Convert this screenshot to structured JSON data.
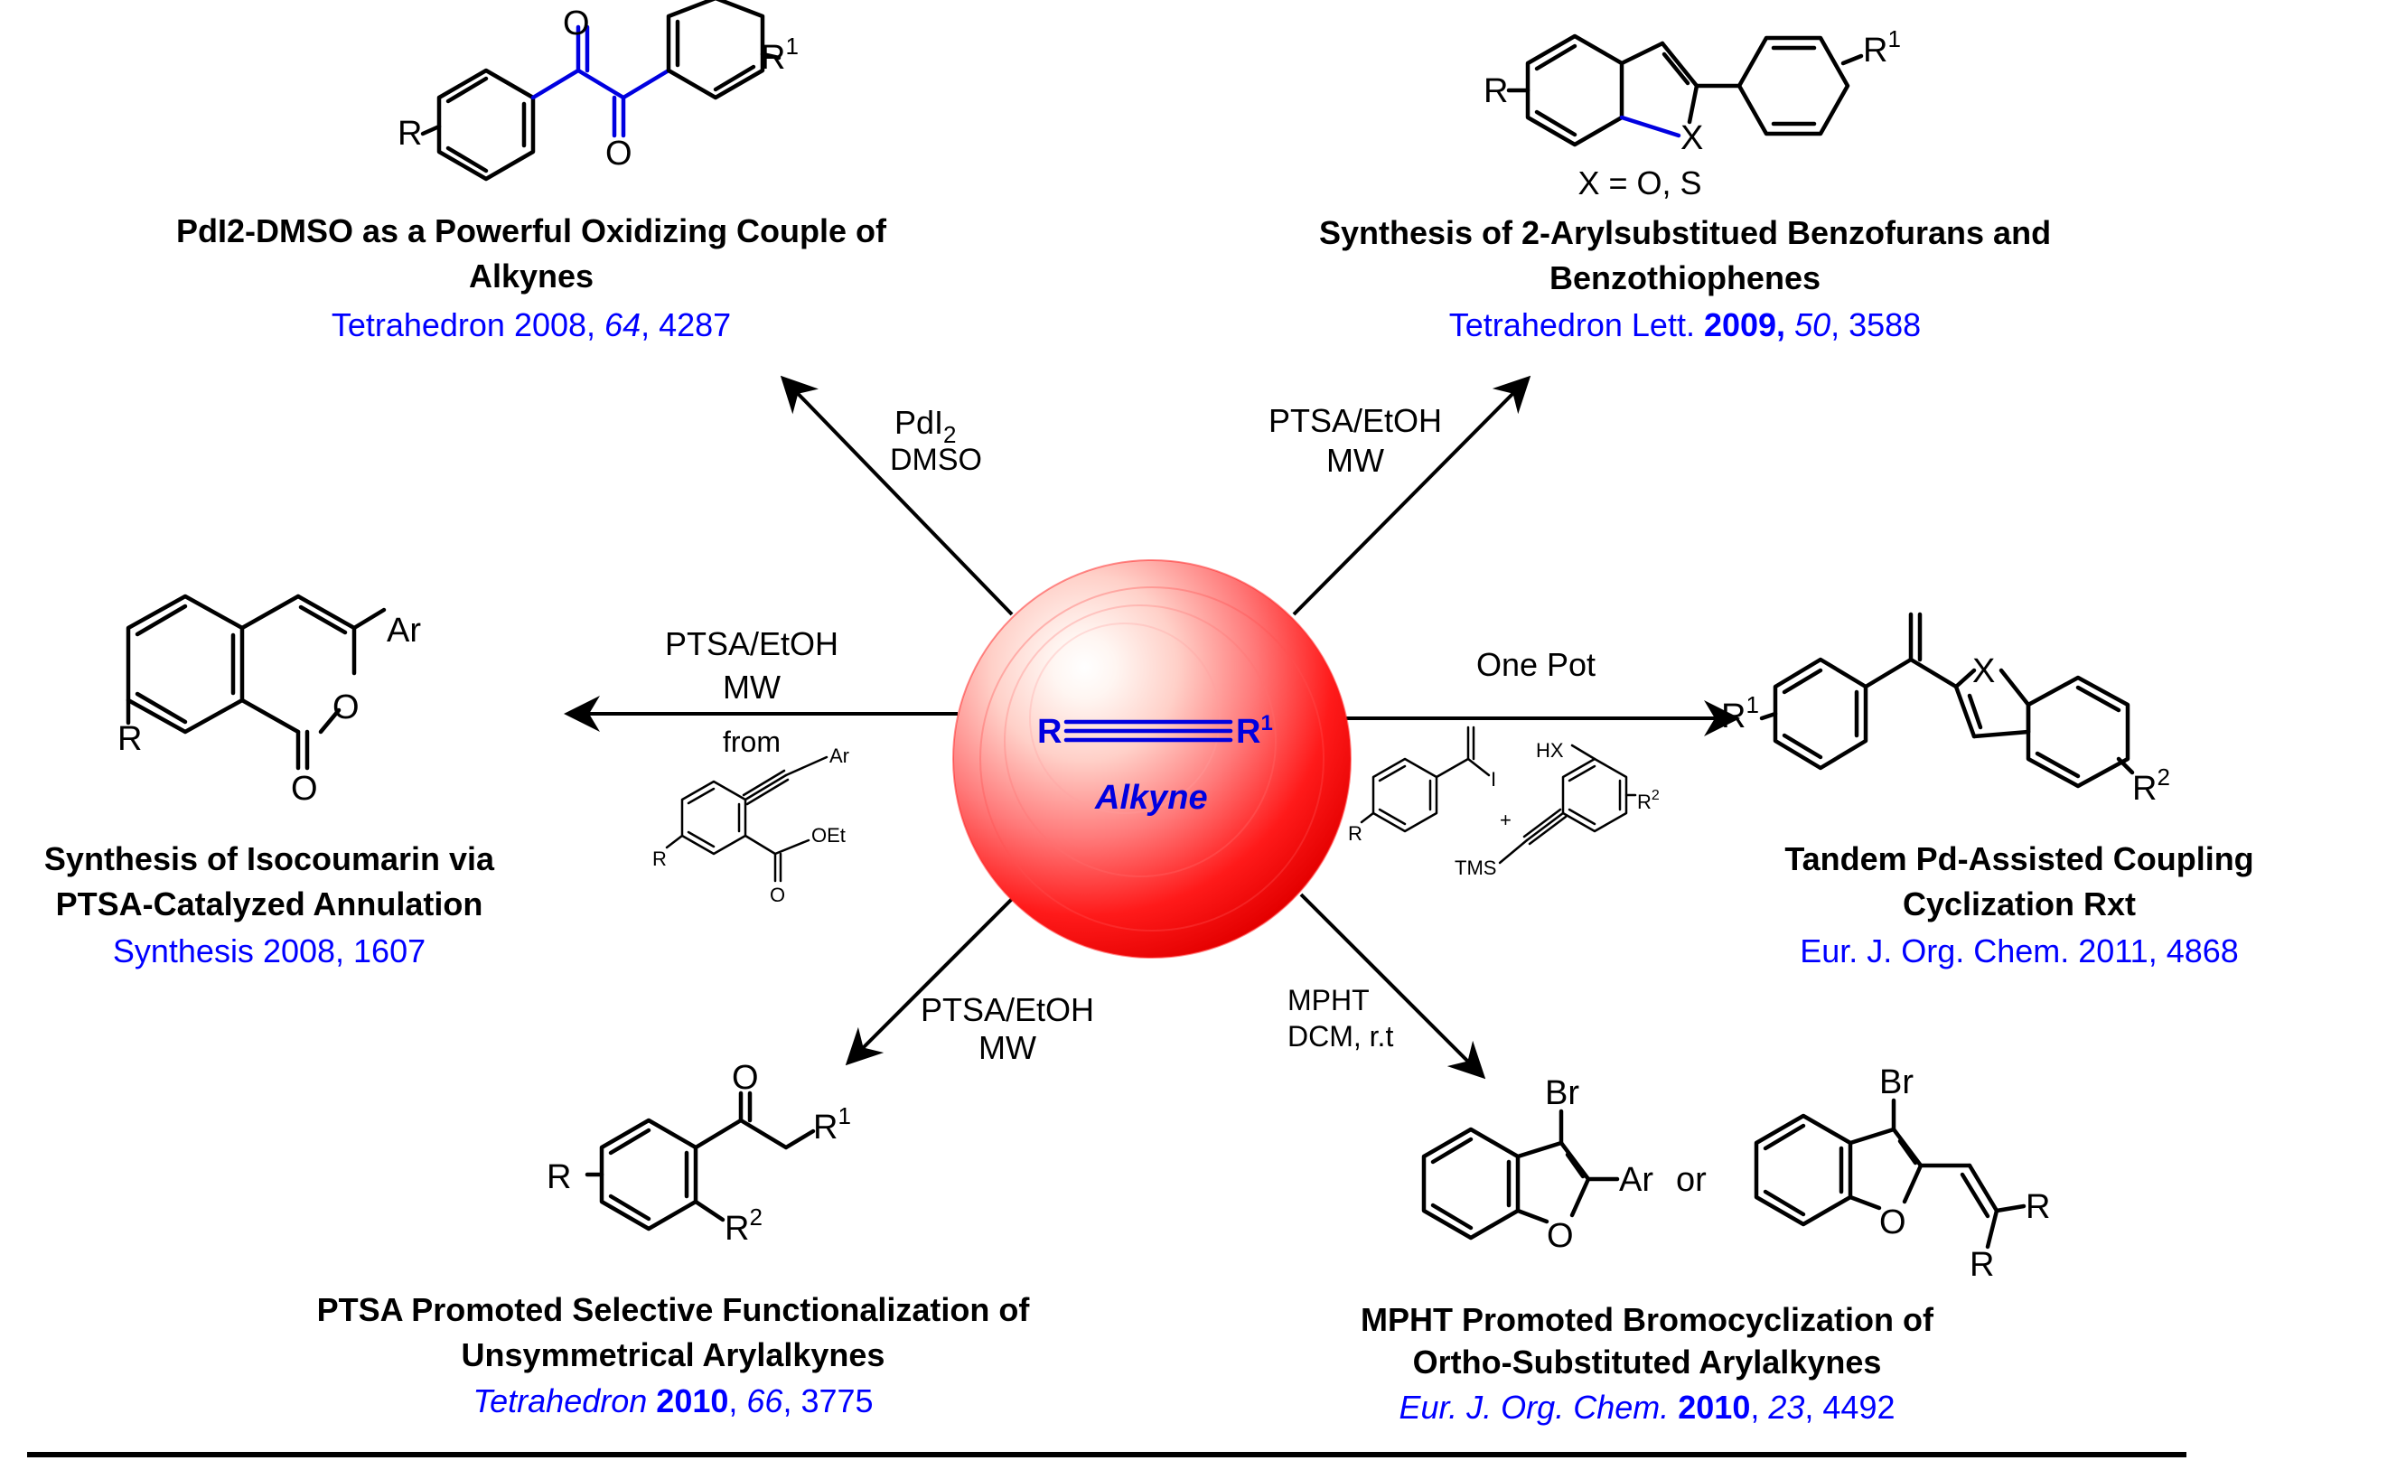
{
  "center": {
    "left_group": "R",
    "right_group": "R",
    "right_superscript": "1",
    "caption": "Alkyne"
  },
  "top_left": {
    "title_line1": "PdI2-DMSO as a Powerful Oxidizing Couple of",
    "title_line2": "Alkynes",
    "ref_journal": "Tetrahedron 2008, ",
    "ref_volume": "64",
    "ref_pages": ", 4287",
    "cond_line1": "PdI",
    "cond_line1_sub": "2",
    "cond_line2": "DMSO",
    "struct_R": "R",
    "struct_R1": "R",
    "struct_R1_sup": "1",
    "struct_O_top": "O",
    "struct_O_bottom": "O"
  },
  "top_right": {
    "title_line1": "Synthesis of 2-Arylsubstitued Benzofurans and",
    "title_line2": "Benzothiophenes",
    "ref_journal": "Tetrahedron Lett. ",
    "ref_year": "2009,",
    "ref_volume": " 50",
    "ref_pages": ", 3588",
    "cond_line1": "PTSA/EtOH",
    "cond_line2": "MW",
    "struct_R": "R",
    "struct_R1": "R",
    "struct_R1_sup": "1",
    "struct_X": "X",
    "struct_note": "X = O, S"
  },
  "left": {
    "title_line1": "Synthesis of Isocoumarin via",
    "title_line2": "PTSA-Catalyzed Annulation",
    "ref": "Synthesis 2008, 1607",
    "cond_line1": "PTSA/EtOH",
    "cond_line2": "MW",
    "cond_line3": "from",
    "struct_Ar": "Ar",
    "struct_R": "R",
    "struct_O_ring": "O",
    "struct_O_carbonyl": "O",
    "sm_Ar": "Ar",
    "sm_R": "R",
    "sm_OEt": "OEt",
    "sm_O": "O"
  },
  "right": {
    "title_line1": "Tandem Pd-Assisted Coupling",
    "title_line2": "Cyclization Rxt",
    "ref": "Eur. J. Org. Chem. 2011, 4868",
    "cond": "One Pot",
    "struct_R1": "R",
    "struct_R1_sup": "1",
    "struct_R2": "R",
    "struct_R2_sup": "2",
    "struct_X": "X",
    "sm_R": "R",
    "sm_I": "I",
    "sm_plus": "+",
    "sm_HX": "HX",
    "sm_R2": "R",
    "sm_R2_sup": "2",
    "sm_TMS": "TMS"
  },
  "bottom_left": {
    "title_line1": "PTSA Promoted Selective Functionalization of",
    "title_line2": "Unsymmetrical Arylalkynes",
    "ref_journal": "Tetrahedron",
    "ref_year": "2010",
    "ref_volume": "66",
    "ref_pages": ", 3775",
    "cond_line1": "PTSA/EtOH",
    "cond_line2": "MW",
    "struct_R": "R",
    "struct_O": "O",
    "struct_R1": "R",
    "struct_R1_sup": "1",
    "struct_R2": "R",
    "struct_R2_sup": "2"
  },
  "bottom_right": {
    "title_line1": "MPHT Promoted Bromocyclization of",
    "title_line2": "Ortho-Substituted Arylalkynes",
    "ref_journal": "Eur. J. Org. Chem.",
    "ref_year": "2010",
    "ref_volume": "23",
    "ref_pages": ", 4492",
    "cond_line1": "MPHT",
    "cond_line2": "DCM, r.t",
    "struct_Br1": "Br",
    "struct_Ar": "Ar",
    "struct_O1": "O",
    "struct_or": "or",
    "struct_Br2": "Br",
    "struct_O2": "O",
    "struct_R_a": "R",
    "struct_R_b": "R"
  },
  "colors": {
    "accent_blue": "#0000ff",
    "sphere_red": "#ff0000",
    "black": "#000000"
  }
}
